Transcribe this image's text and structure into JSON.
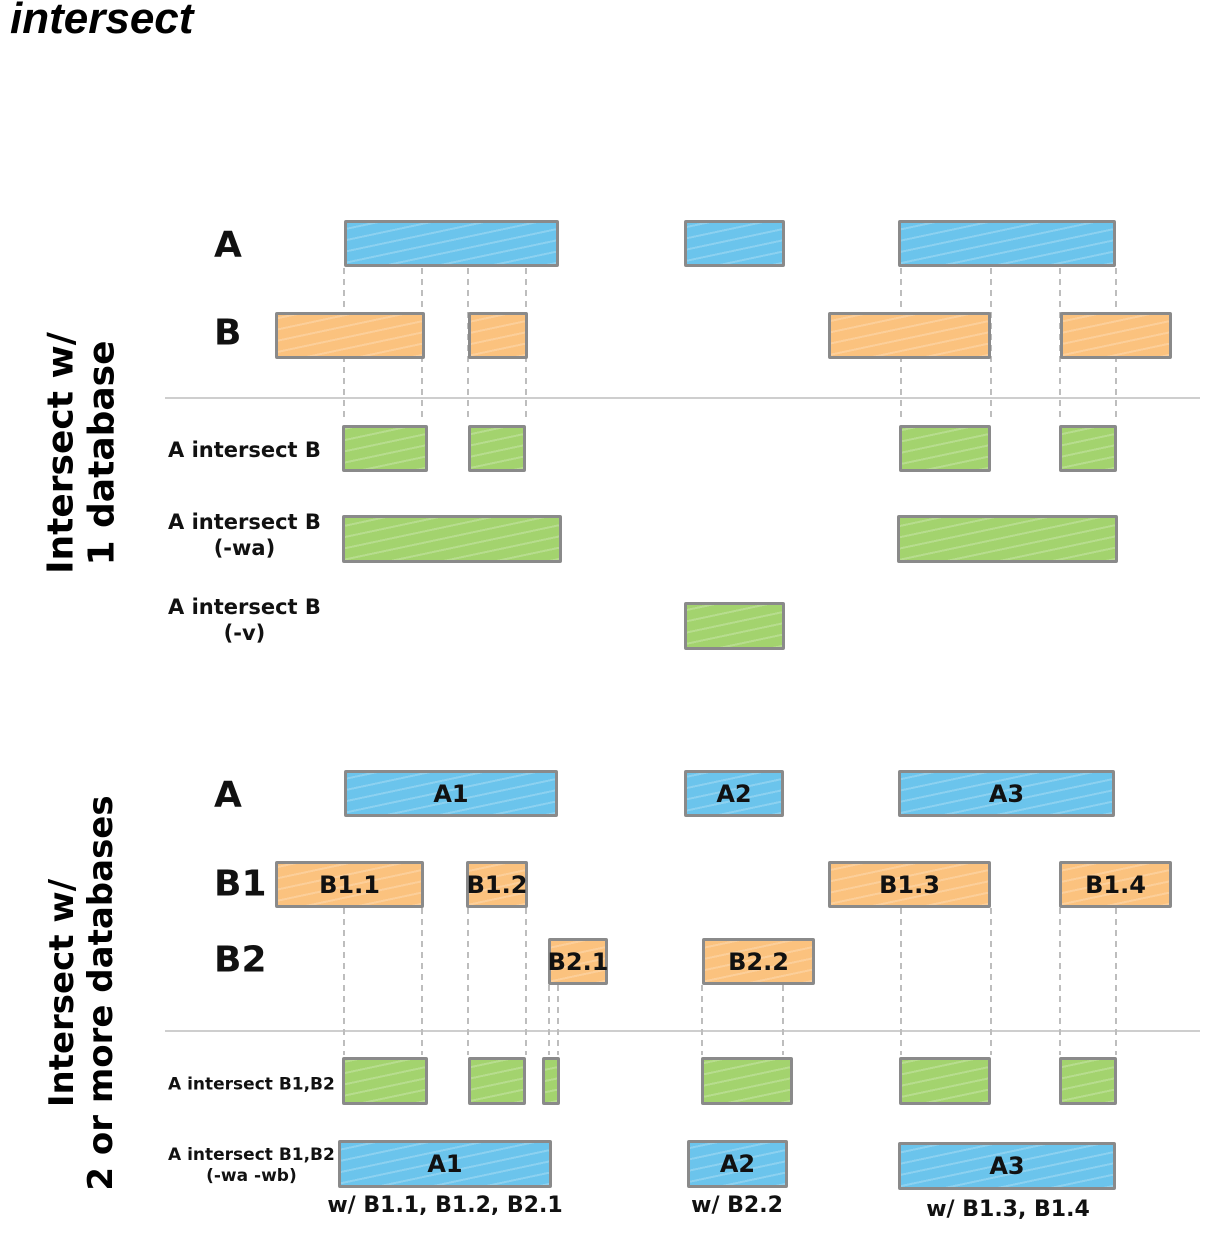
{
  "title": "intersect",
  "section1": {
    "title_line1": "Intersect w/",
    "title_line2": "1 database",
    "label_a": "A",
    "label_b": "B",
    "op1": "A intersect B",
    "op2_line1": "A intersect B",
    "op2_line2": "(-wa)",
    "op3_line1": "A intersect B",
    "op3_line2": "(-v)"
  },
  "section2": {
    "title_line1": "Intersect w/",
    "title_line2": "2 or more databases",
    "label_a": "A",
    "label_b1": "B1",
    "label_b2": "B2",
    "op1": "A intersect B1,B2",
    "op2_line1": "A intersect B1,B2",
    "op2_line2": "(-wa -wb)",
    "a_labels": [
      "A1",
      "A2",
      "A3"
    ],
    "b1_labels": [
      "B1.1",
      "B1.2",
      "B1.3",
      "B1.4"
    ],
    "b2_labels": [
      "B2.1",
      "B2.2"
    ],
    "result_labels": [
      "A1",
      "A2",
      "A3"
    ],
    "captions": [
      "w/ B1.1, B1.2, B2.1",
      "w/ B2.2",
      "w/ B1.3, B1.4"
    ]
  },
  "colors": {
    "a_feature": "#6bc4ec",
    "b_feature": "#fbc27e",
    "result": "#a3d36e",
    "guide": "#9a9a9a",
    "divider": "#bdbdbd"
  }
}
